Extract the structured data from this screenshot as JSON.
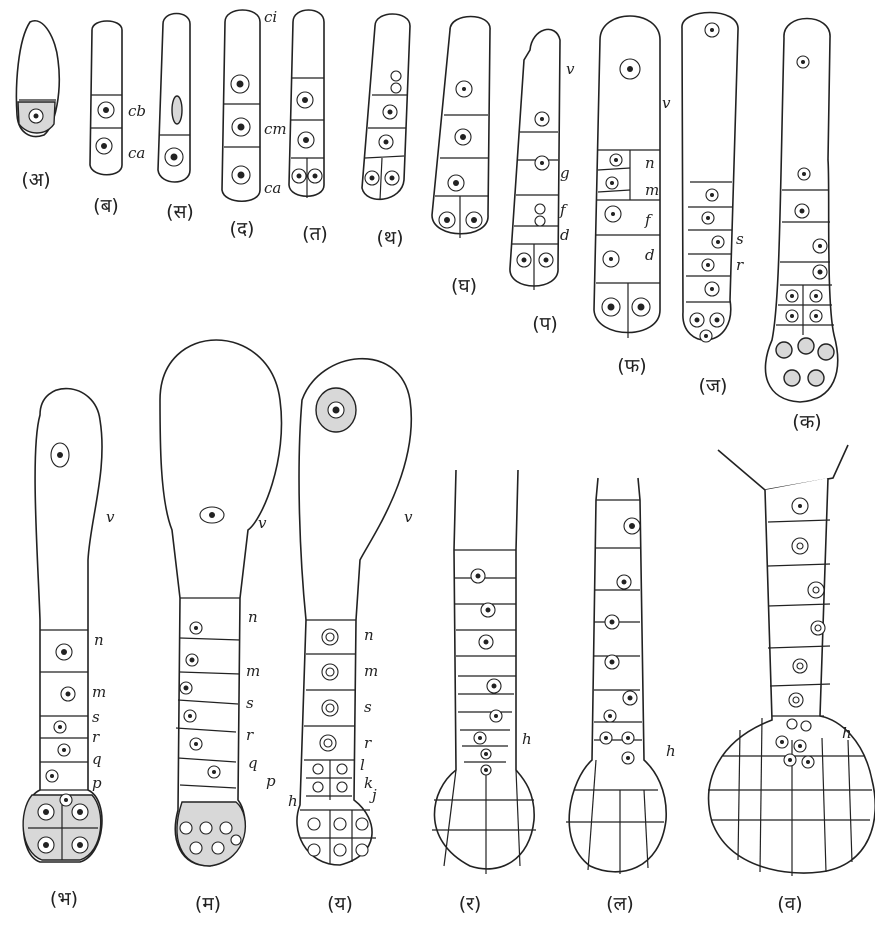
{
  "panels": [
    {
      "id": "a",
      "label": "(अ)",
      "cell_labels": []
    },
    {
      "id": "b",
      "label": "(ब)",
      "cell_labels": [
        "cb",
        "ca"
      ]
    },
    {
      "id": "c",
      "label": "(स)",
      "cell_labels": []
    },
    {
      "id": "d",
      "label": "(द)",
      "cell_labels": [
        "ci",
        "cm",
        "ca"
      ]
    },
    {
      "id": "e",
      "label": "(त)",
      "cell_labels": []
    },
    {
      "id": "f",
      "label": "(थ)",
      "cell_labels": []
    },
    {
      "id": "g",
      "label": "(घ)",
      "cell_labels": []
    },
    {
      "id": "h",
      "label": "(प)",
      "cell_labels": [
        "v",
        "g",
        "f",
        "d"
      ]
    },
    {
      "id": "i",
      "label": "(फ)",
      "cell_labels": [
        "v",
        "n",
        "m",
        "f",
        "d"
      ]
    },
    {
      "id": "j",
      "label": "(ज)",
      "cell_labels": [
        "s",
        "r"
      ]
    },
    {
      "id": "k",
      "label": "(क)",
      "cell_labels": []
    },
    {
      "id": "l",
      "label": "(भ)",
      "cell_labels": [
        "v",
        "n",
        "m",
        "s",
        "r",
        "q",
        "p"
      ]
    },
    {
      "id": "m",
      "label": "(म)",
      "cell_labels": [
        "v",
        "n",
        "m",
        "s",
        "r",
        "q",
        "p"
      ]
    },
    {
      "id": "n",
      "label": "(य)",
      "cell_labels": [
        "v",
        "n",
        "m",
        "s",
        "r",
        "l",
        "k",
        "j",
        "h"
      ]
    },
    {
      "id": "o",
      "label": "(र)",
      "cell_labels": [
        "h"
      ]
    },
    {
      "id": "p",
      "label": "(ल)",
      "cell_labels": [
        "h"
      ]
    },
    {
      "id": "q",
      "label": "(व)",
      "cell_labels": [
        "h"
      ]
    }
  ]
}
